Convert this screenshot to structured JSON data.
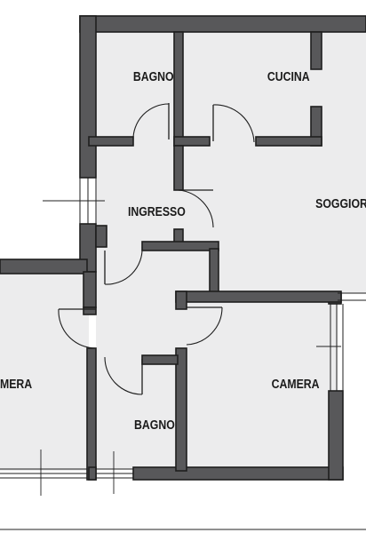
{
  "floor_plan": {
    "rooms": [
      {
        "id": "bagno-top",
        "label": "BAGNO"
      },
      {
        "id": "cucina",
        "label": "CUCINA"
      },
      {
        "id": "soggiorno",
        "label": "SOGGIORNO"
      },
      {
        "id": "ingresso",
        "label": "INGRESSO"
      },
      {
        "id": "camera-left",
        "label": "MERA"
      },
      {
        "id": "camera-right",
        "label": "CAMERA"
      },
      {
        "id": "bagno-bottom",
        "label": "BAGNO"
      }
    ]
  },
  "colors": {
    "wall": "#58585a",
    "outline": "#1e1e1e",
    "room": "#ececed",
    "background": "#ffffff"
  }
}
